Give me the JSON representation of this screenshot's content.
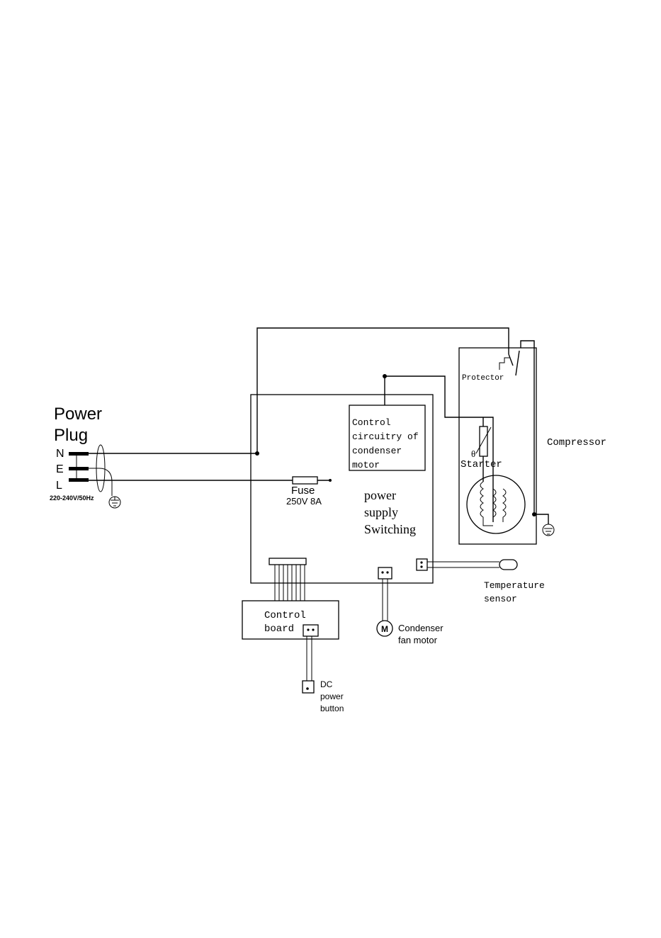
{
  "plug": {
    "title_line1": "Power",
    "title_line2": "Plug",
    "pin_n": "N",
    "pin_e": "E",
    "pin_l": "L",
    "rating": "220-240V/50Hz"
  },
  "fuse": {
    "label": "Fuse",
    "rating": "250V 8A"
  },
  "control_circuitry": {
    "line1": "Control",
    "line2": "circuitry of",
    "line3": "condenser",
    "line4": "motor"
  },
  "power_supply": {
    "line1": "power",
    "line2": "supply",
    "line3": "Switching"
  },
  "compressor": {
    "protector": "Protector",
    "starter_symbol": "θ",
    "starter": "Starter",
    "label": "Compressor"
  },
  "temperature_sensor": {
    "line1": "Temperature",
    "line2": "sensor"
  },
  "control_board": {
    "line1": "Control",
    "line2": "board"
  },
  "condenser_fan": {
    "motor_symbol": "M",
    "line1": "Condenser",
    "line2": "fan motor"
  },
  "dc_button": {
    "line1": "DC",
    "line2": "power",
    "line3": "button"
  }
}
